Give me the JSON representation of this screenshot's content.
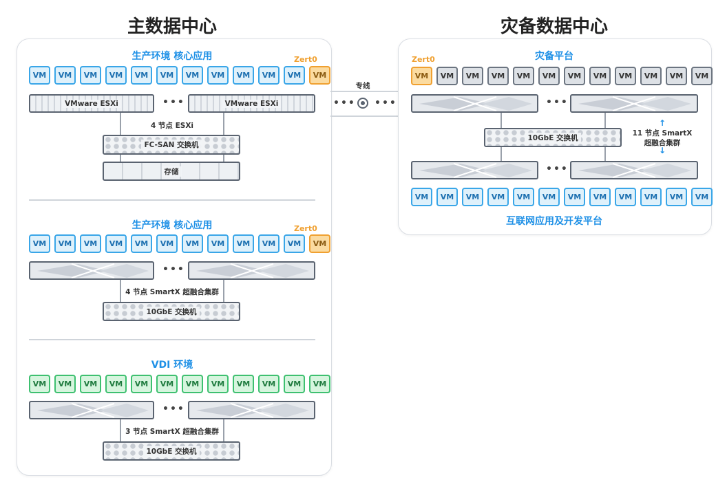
{
  "primary": {
    "title": "主数据中心",
    "sec1": {
      "title": "生产环境  核心应用",
      "zert": "Zert0",
      "vm": "VM",
      "server_label": "VMware ESXi",
      "cluster_label": "4 节点 ESXi",
      "switch_label": "FC-SAN 交换机",
      "storage_label": "存储"
    },
    "sec2": {
      "title": "生产环境  核心应用",
      "zert": "Zert0",
      "vm": "VM",
      "cluster_label": "4 节点 SmartX 超融合集群",
      "switch_label": "10GbE 交换机"
    },
    "sec3": {
      "title": "VDI 环境",
      "vm": "VM",
      "cluster_label": "3 节点 SmartX 超融合集群",
      "switch_label": "10GbE 交换机"
    }
  },
  "link": {
    "label": "专线"
  },
  "dr": {
    "title": "灾备数据中心",
    "platform_title": "灾备平台",
    "zert": "Zert0",
    "vm": "VM",
    "switch_label": "10GbE 交换机",
    "cluster_label_1": "11 节点 SmartX",
    "cluster_label_2": "超融合集群",
    "bottom_title": "互联网应用及开发平台"
  },
  "ellipsis": "•••"
}
